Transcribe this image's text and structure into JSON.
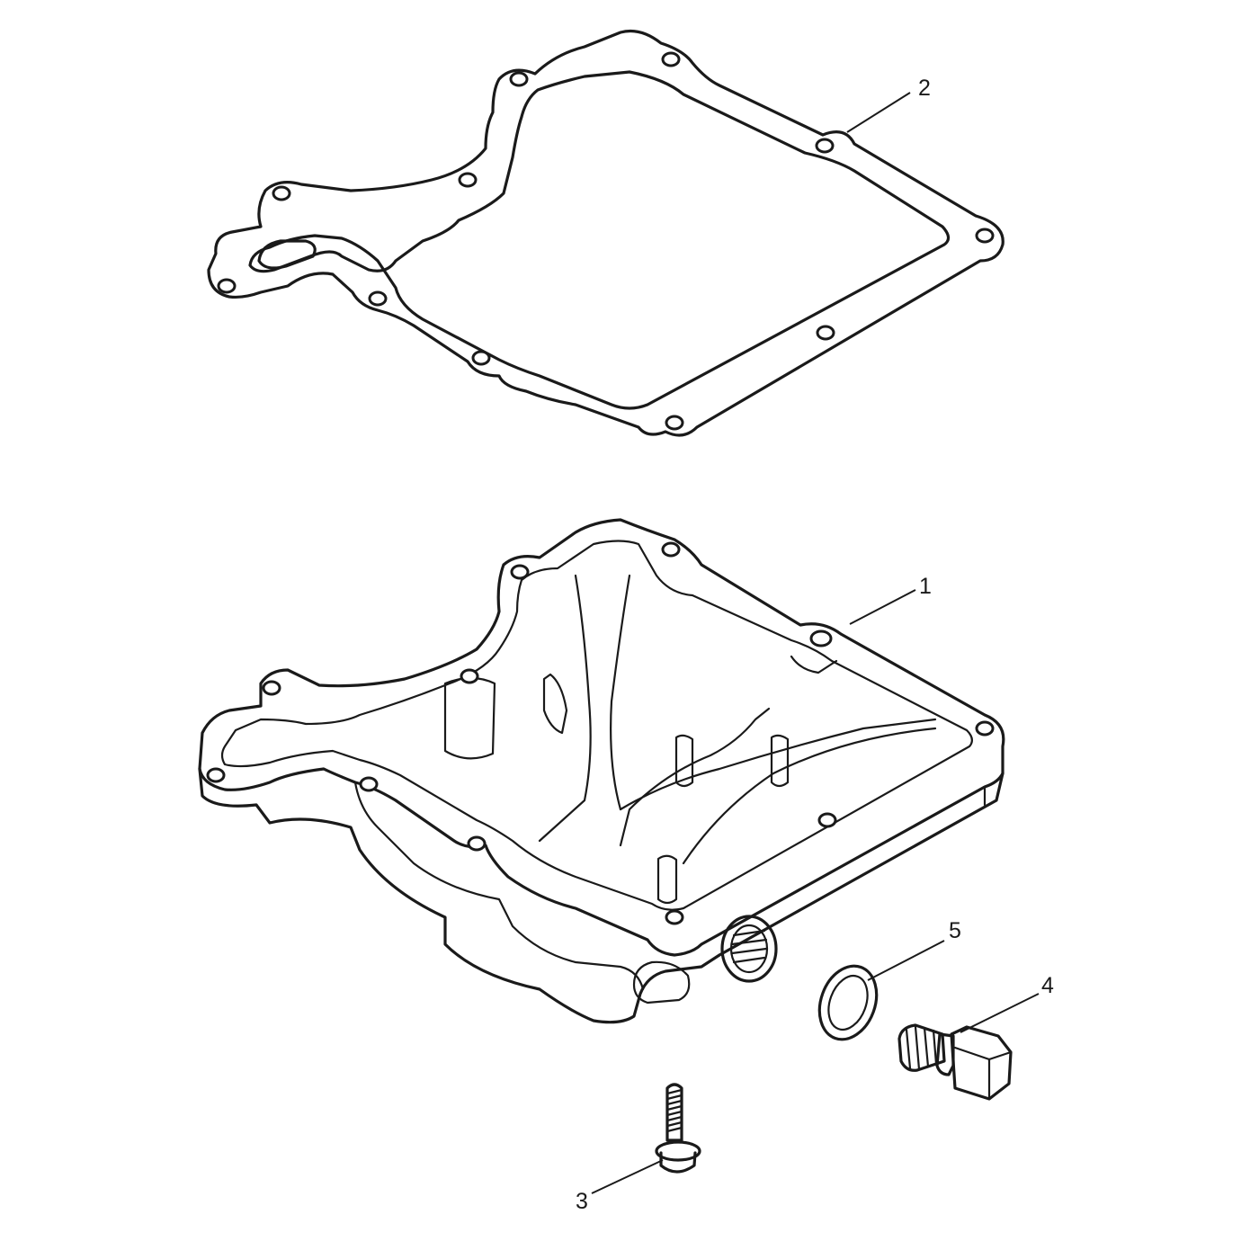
{
  "callouts": [
    {
      "id": "1",
      "label": "1"
    },
    {
      "id": "2",
      "label": "2"
    },
    {
      "id": "3",
      "label": "3"
    },
    {
      "id": "4",
      "label": "4"
    },
    {
      "id": "5",
      "label": "5"
    }
  ],
  "colors": {
    "ink": "#1a1a1a",
    "background": "#ffffff"
  }
}
